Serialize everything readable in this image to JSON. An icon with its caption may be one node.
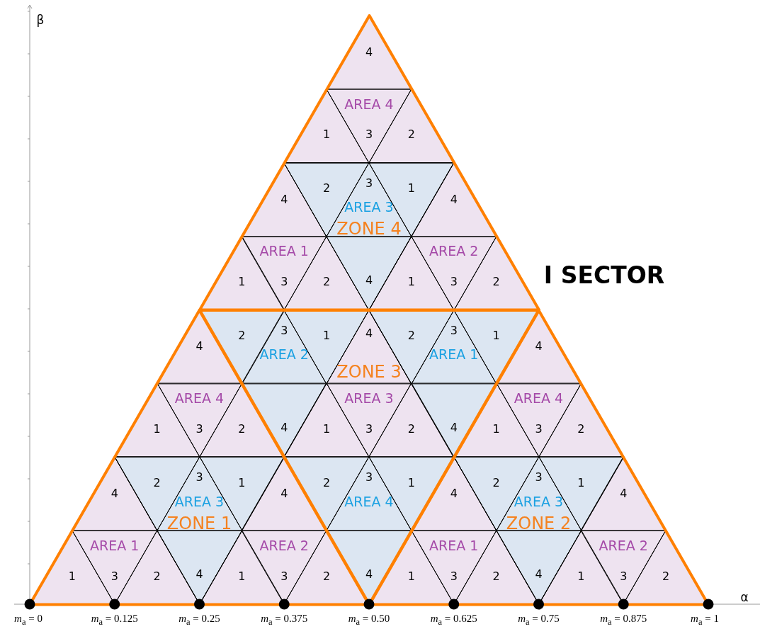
{
  "diagram": {
    "nodes": [
      {
        "text": [],
        "shape": "triangle"
      },
      {
        "text": [],
        "shape": "triangle",
        "in": 0
      },
      {
        "text": [
          "4"
        ],
        "in": 1
      },
      {
        "text": [
          "1"
        ],
        "in": 1
      },
      {
        "text": [
          "AREA 4",
          "3"
        ],
        "in": 1
      },
      {
        "text": [
          "2"
        ],
        "in": 1
      },
      {
        "text": [],
        "shape": "triangle",
        "in": 0
      },
      {
        "text": [
          "4"
        ],
        "in": 6
      },
      {
        "text": [
          "1"
        ],
        "in": 6
      },
      {
        "text": [
          "AREA 1",
          "3"
        ],
        "in": 6
      },
      {
        "text": [
          "2"
        ],
        "in": 6
      },
      {
        "text": [],
        "shape": "triangle",
        "in": 0
      },
      {
        "text": [
          "2"
        ],
        "in": 11
      },
      {
        "text": [
          "3",
          "AREA 3",
          "ZONE 4"
        ],
        "in": 11
      },
      {
        "text": [
          "1"
        ],
        "in": 11
      },
      {
        "text": [
          "4"
        ],
        "in": 11
      },
      {
        "text": [],
        "shape": "triangle",
        "in": 0
      },
      {
        "text": [
          "4"
        ],
        "in": 16
      },
      {
        "text": [
          "1"
        ],
        "in": 16
      },
      {
        "text": [
          "AREA 2",
          "3"
        ],
        "in": 16
      },
      {
        "text": [
          "2"
        ],
        "in": 16
      },
      {
        "text": [],
        "shape": "triangle"
      },
      {
        "text": [],
        "shape": "triangle",
        "in": 21
      },
      {
        "text": [
          "2"
        ],
        "in": 22
      },
      {
        "text": [
          "3",
          "AREA 2"
        ],
        "in": 22
      },
      {
        "text": [
          "1"
        ],
        "in": 22
      },
      {
        "text": [
          "4"
        ],
        "in": 22
      },
      {
        "text": [],
        "shape": "triangle",
        "in": 21
      },
      {
        "text": [
          "4",
          "ZONE 3"
        ],
        "in": 27
      },
      {
        "text": [
          "1"
        ],
        "in": 27
      },
      {
        "text": [
          "AREA 3",
          "3"
        ],
        "in": 27
      },
      {
        "text": [
          "2"
        ],
        "in": 27
      },
      {
        "text": [],
        "shape": "triangle",
        "in": 21
      },
      {
        "text": [
          "2"
        ],
        "in": 32
      },
      {
        "text": [
          "3",
          "AREA 1"
        ],
        "in": 32
      },
      {
        "text": [
          "1"
        ],
        "in": 32
      },
      {
        "text": [
          "4"
        ],
        "in": 32
      },
      {
        "text": [],
        "shape": "triangle",
        "in": 21
      },
      {
        "text": [
          "2"
        ],
        "in": 37
      },
      {
        "text": [
          "3",
          "AREA 4"
        ],
        "in": 37
      },
      {
        "text": [
          "1"
        ],
        "in": 37
      },
      {
        "text": [
          "4"
        ],
        "in": 37
      },
      {
        "text": [],
        "shape": "triangle"
      },
      {
        "text": [],
        "shape": "triangle",
        "in": 42
      },
      {
        "text": [
          "4"
        ],
        "in": 43
      },
      {
        "text": [
          "1"
        ],
        "in": 43
      },
      {
        "text": [
          "AREA 4",
          "3"
        ],
        "in": 43
      },
      {
        "text": [
          "2"
        ],
        "in": 43
      },
      {
        "text": [],
        "shape": "triangle",
        "in": 42
      },
      {
        "text": [
          "4"
        ],
        "in": 48
      },
      {
        "text": [
          "1"
        ],
        "in": 48
      },
      {
        "text": [
          "AREA 1",
          "3"
        ],
        "in": 48
      },
      {
        "text": [
          "2"
        ],
        "in": 48
      },
      {
        "text": [],
        "shape": "triangle",
        "in": 42
      },
      {
        "text": [
          "2"
        ],
        "in": 53
      },
      {
        "text": [
          "3",
          "AREA 3",
          "ZONE 1"
        ],
        "in": 53
      },
      {
        "text": [
          "1"
        ],
        "in": 53
      },
      {
        "text": [
          "4"
        ],
        "in": 53
      },
      {
        "text": [],
        "shape": "triangle",
        "in": 42
      },
      {
        "text": [
          "4"
        ],
        "in": 58
      },
      {
        "text": [
          "1"
        ],
        "in": 58
      },
      {
        "text": [
          "AREA 2",
          "3"
        ],
        "in": 58
      },
      {
        "text": [
          "2"
        ],
        "in": 58
      },
      {
        "text": [],
        "shape": "triangle"
      },
      {
        "text": [],
        "shape": "triangle",
        "in": 63
      },
      {
        "text": [
          "4"
        ],
        "in": 64
      },
      {
        "text": [
          "1"
        ],
        "in": 64
      },
      {
        "text": [
          "AREA 4",
          "3"
        ],
        "in": 64
      },
      {
        "text": [
          "2"
        ],
        "in": 64
      },
      {
        "text": [],
        "shape": "triangle",
        "in": 63
      },
      {
        "text": [
          "4"
        ],
        "in": 69
      },
      {
        "text": [
          "1"
        ],
        "in": 69
      },
      {
        "text": [
          "AREA 1",
          "3"
        ],
        "in": 69
      },
      {
        "text": [
          "2"
        ],
        "in": 69
      },
      {
        "text": [],
        "shape": "triangle",
        "in": 63
      },
      {
        "text": [
          "2"
        ],
        "in": 74
      },
      {
        "text": [
          "3",
          "AREA 3",
          "ZONE 2"
        ],
        "in": 74
      },
      {
        "text": [
          "1"
        ],
        "in": 74
      },
      {
        "text": [
          "4"
        ],
        "in": 74
      },
      {
        "text": [],
        "shape": "triangle",
        "in": 63
      },
      {
        "text": [
          "4"
        ],
        "in": 79
      },
      {
        "text": [
          "1"
        ],
        "in": 79
      },
      {
        "text": [
          "AREA 2",
          "3"
        ],
        "in": 79
      },
      {
        "text": [
          "2"
        ],
        "in": 79
      }
    ],
    "labels": [
      "β",
      "I SECTOR",
      "α",
      "*m*$_{a}$ = 0",
      "*m*$_{a}$ = 0.125",
      "*m*$_{a}$ = 0.25",
      "*m*$_{a}$ = 0.375",
      "*m*$_{a}$ = 0.50",
      "*m*$_{a}$ = 0.625",
      "*m*$_{a}$ = 0.75",
      "*m*$_{a}$ = 0.875",
      "*m*$_{a}$ = 1"
    ]
  }
}
